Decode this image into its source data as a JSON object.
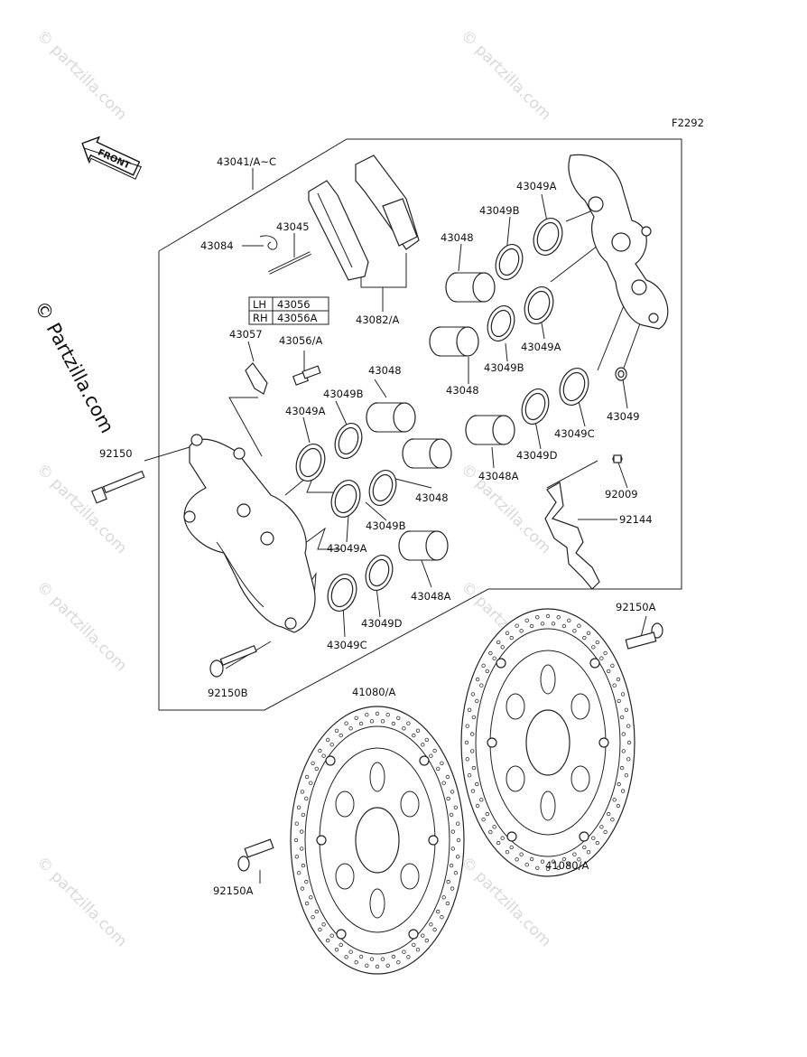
{
  "diagram": {
    "figure_code": "F2292",
    "front_arrow": "FRONT",
    "side_watermark": "© Partzilla.com",
    "watermark": "© partzilla.com",
    "table": {
      "rows": [
        [
          "LH",
          "43056"
        ],
        [
          "RH",
          "43056A"
        ]
      ]
    },
    "labels": {
      "caliper_assy": "43041/A~C",
      "pin_43045": "43045",
      "clip_43084": "43084",
      "pads": "43082/A",
      "spring_43057": "43057",
      "bleeder": "43056/A",
      "piston_43048_a": "43048",
      "piston_43048_b": "43048",
      "piston_43048_c": "43048",
      "piston_43048_d": "43048",
      "piston_43048A_a": "43048A",
      "piston_43048A_b": "43048A",
      "seal_43049A_a": "43049A",
      "seal_43049A_b": "43049A",
      "seal_43049A_c": "43049A",
      "seal_43049A_d": "43049A",
      "seal_43049B_a": "43049B",
      "seal_43049B_b": "43049B",
      "seal_43049B_c": "43049B",
      "seal_43049B_d": "43049B",
      "seal_43049C_a": "43049C",
      "seal_43049C_b": "43049C",
      "seal_43049D_a": "43049D",
      "seal_43049D_b": "43049D",
      "cap_43049": "43049",
      "bolt_92150": "92150",
      "bolt_92150B": "92150B",
      "bolt_92150A_top": "92150A",
      "bolt_92150A_bottom": "92150A",
      "screw_92009": "92009",
      "bracket_92144": "92144",
      "disc_top": "41080/A",
      "disc_bottom": "41080/A"
    }
  }
}
